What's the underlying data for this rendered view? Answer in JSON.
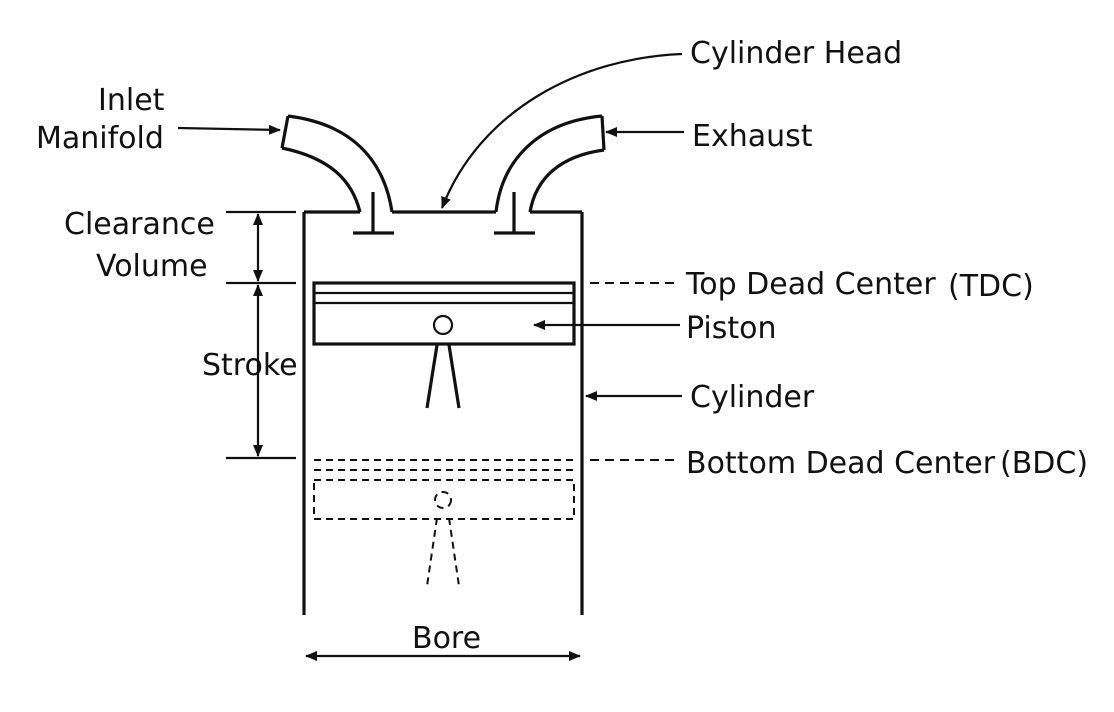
{
  "labels": {
    "cylinder_head": "Cylinder Head",
    "inlet_line1": "Inlet",
    "inlet_line2": "Manifold",
    "exhaust": "Exhaust",
    "clearance_line1": "Clearance",
    "clearance_line2": "Volume",
    "tdc": "Top Dead Center",
    "tdc_abbr": "(TDC)",
    "piston": "Piston",
    "stroke": "Stroke",
    "cylinder": "Cylinder",
    "bdc": "Bottom Dead Center",
    "bdc_abbr": "(BDC)",
    "bore": "Bore"
  },
  "colors": {
    "ink": "#111111",
    "background": "#ffffff"
  }
}
